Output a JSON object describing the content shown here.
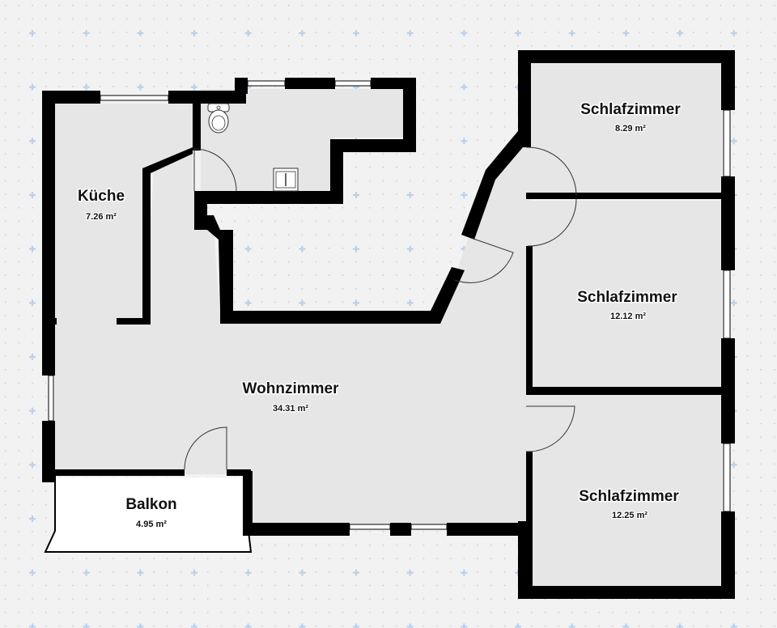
{
  "plan": {
    "title": "Grundriss",
    "colors": {
      "background": "#f2f2f2",
      "floor": "#e6e6e6",
      "wall": "#000000",
      "balcony": "#ffffff",
      "grid_dot": "#c4c4c4",
      "grid_cross": "#b8cde6"
    },
    "rooms": [
      {
        "id": "kueche",
        "name": "Küche",
        "area": "7.26 m²"
      },
      {
        "id": "wohnzimmer",
        "name": "Wohnzimmer",
        "area": "34.31 m²"
      },
      {
        "id": "balkon",
        "name": "Balkon",
        "area": "4.95 m²"
      },
      {
        "id": "schlafzimmer-1",
        "name": "Schlafzimmer",
        "area": "8.29 m²"
      },
      {
        "id": "schlafzimmer-2",
        "name": "Schlafzimmer",
        "area": "12.12 m²"
      },
      {
        "id": "schlafzimmer-3",
        "name": "Schlafzimmer",
        "area": "12.25 m²"
      }
    ],
    "fixtures": [
      {
        "type": "toilet",
        "room": "bad"
      },
      {
        "type": "sink",
        "room": "bad"
      }
    ]
  }
}
